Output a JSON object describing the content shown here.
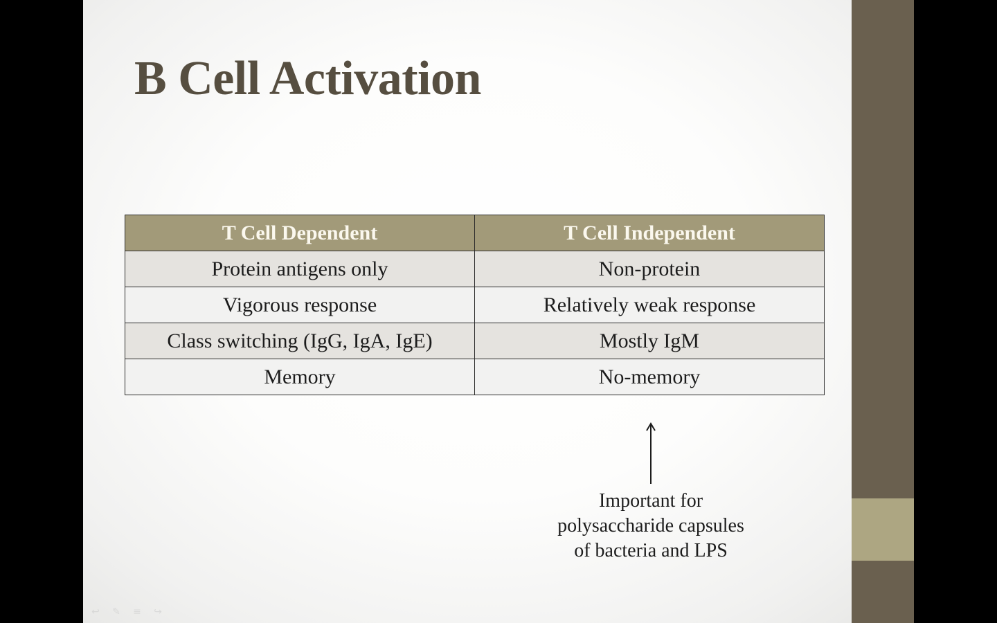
{
  "slide": {
    "title": "B Cell Activation",
    "table": {
      "headers": [
        "T Cell Dependent",
        "T Cell Independent"
      ],
      "rows": [
        [
          "Protein antigens only",
          "Non-protein"
        ],
        [
          "Vigorous response",
          "Relatively weak response"
        ],
        [
          "Class switching (IgG, IgA, IgE)",
          "Mostly IgM"
        ],
        [
          "Memory",
          "No-memory"
        ]
      ]
    },
    "annotation": {
      "arrow_icon": "up-arrow",
      "lines": [
        "Important for",
        "polysaccharide capsules",
        "of bacteria and LPS"
      ]
    }
  },
  "theme": {
    "title_color": "#564e40",
    "header_color": "#a29a79",
    "side_band_color": "#6a604f",
    "side_accent_color": "#ada682"
  },
  "player_controls": [
    {
      "name": "previous",
      "icon": "back-arrow-icon",
      "glyph": "↩"
    },
    {
      "name": "pen",
      "icon": "pen-icon",
      "glyph": "✎"
    },
    {
      "name": "menu",
      "icon": "menu-icon",
      "glyph": "≡"
    },
    {
      "name": "next",
      "icon": "forward-arrow-icon",
      "glyph": "↪"
    }
  ]
}
